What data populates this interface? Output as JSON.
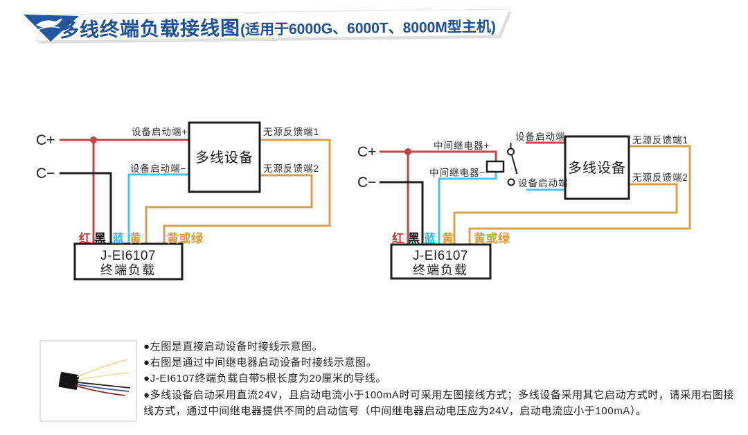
{
  "title": {
    "main": "多线终端负载接线图",
    "sub": "(适用于6000G、6000T、8000M型主机)"
  },
  "left": {
    "c_plus": "C+",
    "c_minus": "C−",
    "label_start_plus": "设备启动端+",
    "label_start_minus": "设备启动端−",
    "device": "多线设备",
    "label_feedback1": "无源反馈端1",
    "label_feedback2": "无源反馈端2",
    "load_model": "J-EI6107",
    "load_name": "终端负载",
    "wire_red": "红",
    "wire_black": "黑",
    "wire_blue": "蓝",
    "wire_yellow": "黄",
    "wire_yellow_green": "黄或绿"
  },
  "right": {
    "c_plus": "C+",
    "c_minus": "C−",
    "label_relay_plus": "中间继电器+",
    "label_relay_minus": "中间继电器−",
    "label_start_top": "设备启动端",
    "label_start_bottom": "设备启动端",
    "device": "多线设备",
    "label_feedback1": "无源反馈端1",
    "label_feedback2": "无源反馈端2",
    "load_model": "J-EI6107",
    "load_name": "终端负载",
    "wire_red": "红",
    "wire_black": "黑",
    "wire_blue": "蓝",
    "wire_yellow": "黄",
    "wire_yellow_green": "黄或绿"
  },
  "notes": [
    "●左图是直接启动设备时接线示意图。",
    "●右图是通过中间继电器启动设备时接线示意图。",
    "●J-EI6107终端负载自带5根长度为20厘米的导线。",
    "●多线设备启动采用直流24V，且启动电流小于100mA时可采用左图接线方式；多线设备采用其它启动方式时，请采用右图接线方式，通过中间继电器提供不同的启动信号（中间继电器启动电压应为24V，启动电流应小于100mA）。"
  ],
  "colors": {
    "wire_red": "#c24444",
    "wire_black": "#1f1f1f",
    "wire_blue": "#4ec1e6",
    "wire_orange": "#d9a04a",
    "label_red": "#c0392b",
    "label_blue": "#2eb6e8",
    "label_orange": "#e09a35",
    "title_blue": "#1c4f96",
    "logo_blue": "#2157a3"
  }
}
